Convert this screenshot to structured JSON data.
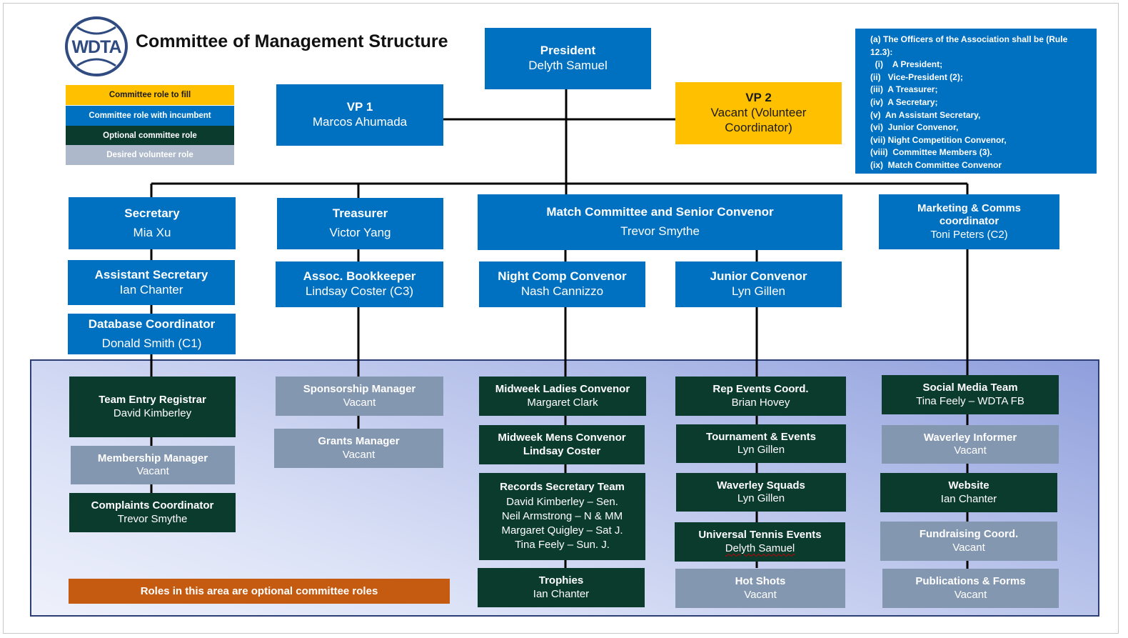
{
  "header": {
    "title": "Committee of Management Structure",
    "logo_text": "WDTA"
  },
  "legend": [
    {
      "label": "Committee role to fill",
      "color": "#ffc000"
    },
    {
      "label": "Committee role with incumbent",
      "color": "#0070c0"
    },
    {
      "label": "Optional committee role",
      "color": "#0b3b2d"
    },
    {
      "label": "Desired volunteer role",
      "color": "#adb9ca"
    }
  ],
  "rules": {
    "lines": [
      "(a) The Officers of the Association shall be (Rule",
      "12.3):",
      "  (i)    A President;",
      "(ii)   Vice-President (2);",
      "(iii)  A Treasurer;",
      "(iv)  A Secretary;",
      "(v)  An Assistant Secretary,",
      "(vi)  Junior Convenor,",
      "(vii) Night Competition Convenor,",
      "(viii)  Committee Members (3).",
      "(ix)  Match Committee Convenor"
    ]
  },
  "officers": {
    "president": {
      "title": "President",
      "name": "Delyth Samuel"
    },
    "vp1": {
      "title": "VP 1",
      "name": "Marcos Ahumada"
    },
    "vp2": {
      "title": "VP 2",
      "name": "Vacant (Volunteer Coordinator)"
    }
  },
  "committee": {
    "secretary": {
      "title": "Secretary",
      "name": "Mia Xu"
    },
    "treasurer": {
      "title": "Treasurer",
      "name": "Victor Yang"
    },
    "match": {
      "title": "Match Committee and Senior Convenor",
      "name": "Trevor Smythe"
    },
    "marketing": {
      "title": "Marketing & Comms coordinator",
      "name": "Toni Peters (C2)"
    },
    "asst_secretary": {
      "title": "Assistant Secretary",
      "name": "Ian Chanter"
    },
    "database": {
      "title": "Database Coordinator",
      "name": "Donald Smith (C1)"
    },
    "bookkeeper": {
      "title": "Assoc. Bookkeeper",
      "name": "Lindsay Coster (C3)"
    },
    "night_comp": {
      "title": "Night Comp Convenor",
      "name": "Nash Cannizzo"
    },
    "junior": {
      "title": "Junior Convenor",
      "name": "Lyn Gillen"
    }
  },
  "optional": {
    "team_entry": {
      "title": "Team Entry Registrar",
      "name": "David Kimberley"
    },
    "membership": {
      "title": "Membership Manager",
      "name": "Vacant"
    },
    "complaints": {
      "title": "Complaints Coordinator",
      "name": "Trevor Smythe"
    },
    "sponsorship": {
      "title": "Sponsorship Manager",
      "name": "Vacant"
    },
    "grants": {
      "title": "Grants Manager",
      "name": "Vacant"
    },
    "midweek_ladies": {
      "title": "Midweek Ladies Convenor",
      "name": "Margaret Clark"
    },
    "midweek_mens": {
      "title": "Midweek Mens Convenor",
      "name": "Lindsay Coster"
    },
    "records": {
      "title": "Records Secretary Team",
      "lines": [
        "David Kimberley – Sen.",
        "Neil Armstrong – N & MM",
        "Margaret Quigley – Sat J.",
        "Tina Feely – Sun. J."
      ]
    },
    "trophies": {
      "title": "Trophies",
      "name": "Ian Chanter"
    },
    "rep_events": {
      "title": "Rep Events Coord.",
      "name": "Brian Hovey"
    },
    "tournament": {
      "title": "Tournament & Events",
      "name": "Lyn Gillen"
    },
    "squads": {
      "title": "Waverley Squads",
      "name": "Lyn Gillen"
    },
    "universal": {
      "title": "Universal Tennis Events",
      "name": "Delyth Samuel"
    },
    "hot_shots": {
      "title": "Hot Shots",
      "name": "Vacant"
    },
    "social_media": {
      "title": "Social Media Team",
      "name": "Tina Feely – WDTA FB"
    },
    "informer": {
      "title": "Waverley Informer",
      "name": "Vacant"
    },
    "website": {
      "title": "Website",
      "name": "Ian Chanter"
    },
    "fundraising": {
      "title": "Fundraising Coord.",
      "name": "Vacant"
    },
    "publications": {
      "title": "Publications & Forms",
      "name": "Vacant"
    }
  },
  "optional_note": "Roles in this area are optional committee roles"
}
